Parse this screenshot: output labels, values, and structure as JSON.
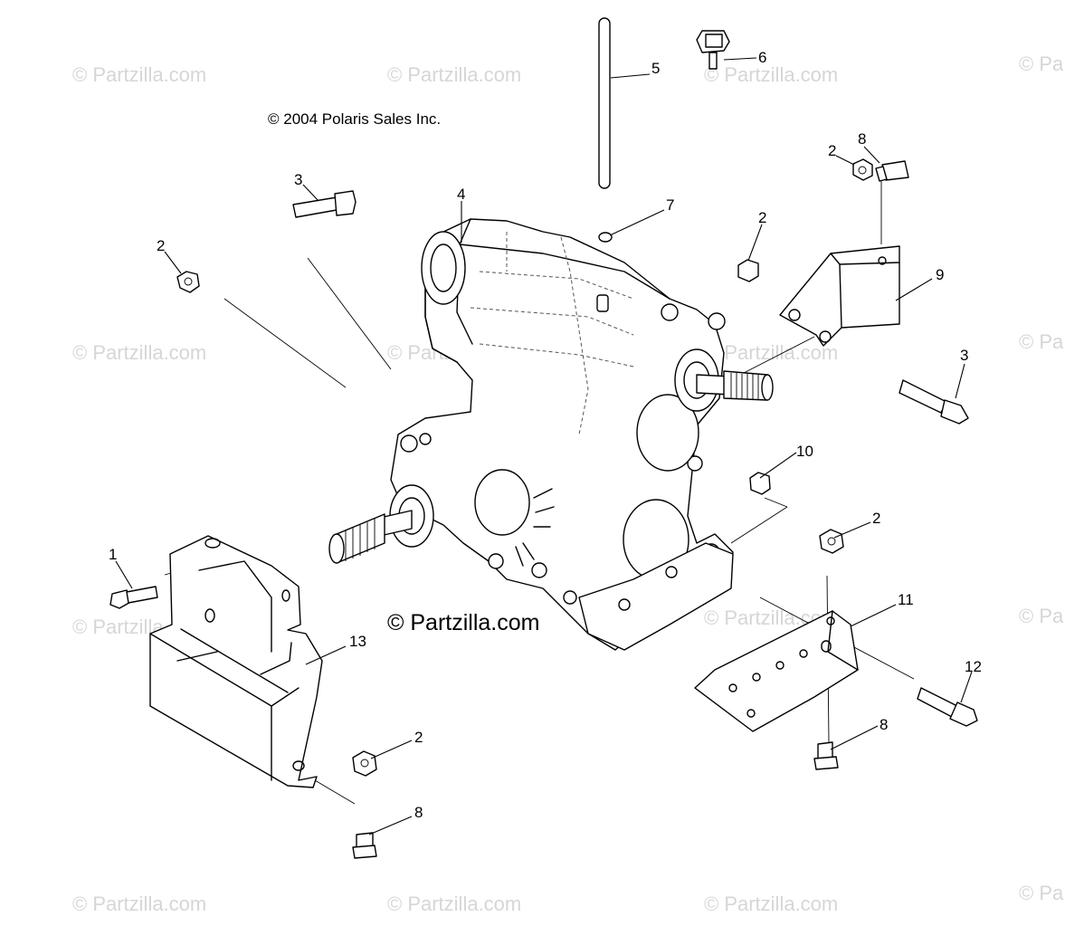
{
  "diagram": {
    "copyright": "© 2004 Polaris Sales Inc.",
    "brand": "© Partzilla.com",
    "watermark": "© Partzilla.com",
    "watermark_cut": "© Pa",
    "callouts": {
      "c1": "1",
      "c2a": "2",
      "c2b": "2",
      "c2c": "2",
      "c2d": "2",
      "c2e": "2",
      "c3a": "3",
      "c3b": "3",
      "c4": "4",
      "c5": "5",
      "c6": "6",
      "c7": "7",
      "c8a": "8",
      "c8b": "8",
      "c8c": "8",
      "c9": "9",
      "c10": "10",
      "c11": "11",
      "c12": "12",
      "c13": "13"
    }
  }
}
